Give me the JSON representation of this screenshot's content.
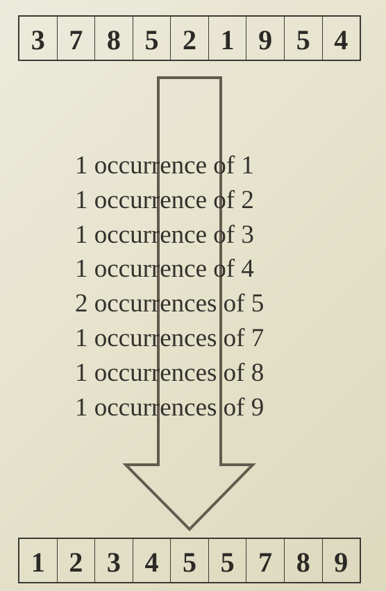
{
  "input_array": [
    "3",
    "7",
    "8",
    "5",
    "2",
    "1",
    "9",
    "5",
    "4"
  ],
  "counts": [
    "1 occurrence of 1",
    "1 occurrence of 2",
    "1 occurrence of 3",
    "1 occurrence of 4",
    "2 occurrences of 5",
    "1 occurrences of 7",
    "1 occurrences of 8",
    "1 occurrences of 9"
  ],
  "output_array": [
    "1",
    "2",
    "3",
    "4",
    "5",
    "5",
    "7",
    "8",
    "9"
  ],
  "colors": {
    "stroke": "#635b4e",
    "text": "#33312c",
    "cell_border": "#3b3934"
  }
}
